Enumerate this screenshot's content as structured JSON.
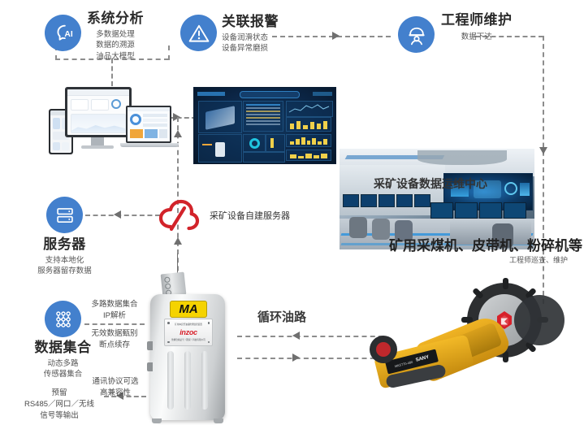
{
  "diagram": {
    "nodes": {
      "system_analysis": {
        "icon": "ai-head-icon",
        "title": "系统分析",
        "lines": [
          "多数据处理",
          "数据的溯源",
          "油品大模型"
        ]
      },
      "linked_alarm": {
        "icon": "warning-triangle-icon",
        "title": "关联报警",
        "lines": [
          "设备润滑状态",
          "设备异常磨损"
        ]
      },
      "engineer_maintenance": {
        "icon": "engineer-helmet-icon",
        "title": "工程师维护",
        "lines": [
          "数据下达"
        ]
      },
      "server": {
        "icon": "server-rack-icon",
        "title": "服务器",
        "lines": [
          "支持本地化",
          "服务器留存数据"
        ]
      },
      "data_collection": {
        "icon": "node-grid-icon",
        "title": "数据集合",
        "lines": [
          "动态多路",
          "传感器集合"
        ]
      },
      "cloud_server": {
        "icon": "cloud-icon",
        "label": "采矿设备自建服务器",
        "color": "#d2232a"
      }
    },
    "captions": {
      "control_room": "采矿设备数据运维中心",
      "equipment_title": "矿用采煤机、皮带机、粉碎机等",
      "equipment_sub": "工程师巡查、维护",
      "oil_circuit": "循环油路"
    },
    "annotations": {
      "collect_top_1": "多路数据集合",
      "collect_top_2": "IP解析",
      "collect_bottom_1": "无效数据甄别",
      "collect_bottom_2": "断点续存",
      "protocol_1": "通讯协议可选",
      "protocol_2": "高兼容性",
      "output_1": "预留",
      "output_2": "RS485／网口／无线",
      "output_3": "信号等输出"
    },
    "device": {
      "ma_label": "MA",
      "brand": "inzoc",
      "plate_top": "矿用本安型油液检测监控装置",
      "plate_bottom": "防爆合格证号（国家）科技有限公司"
    },
    "machine": {
      "body_label": "SANY",
      "model_label": "MK5770-480"
    },
    "colors": {
      "badge_blue": "#4380cd",
      "cloud_red": "#d2232a",
      "dash_gray": "#8d8d8d",
      "ma_yellow": "#f5d300"
    }
  }
}
